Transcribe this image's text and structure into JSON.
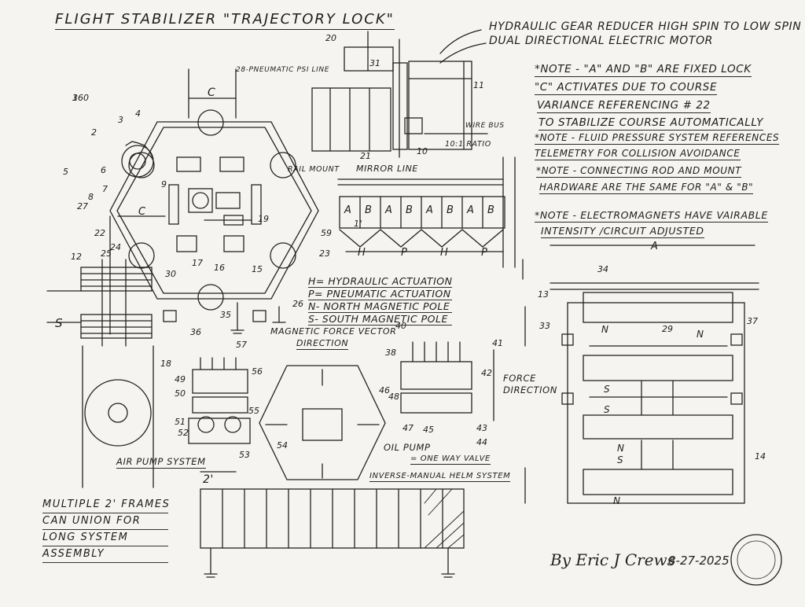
{
  "title": "FLIGHT STABILIZER \"TRAJECTORY LOCK\"",
  "top_labels": {
    "gear_reducer": "HYDRAULIC GEAR REDUCER HIGH SPIN TO LOW SPIN",
    "motor": "DUAL DIRECTIONAL ELECTRIC MOTOR",
    "pneumatic_line": "28-PNEUMATIC PSI LINE",
    "rail_mount": "RAIL MOUNT",
    "mirror_line": "MIRROR LINE",
    "wire_bus": "WIRE BUS",
    "ratio": "10:1 RATIO"
  },
  "notes": [
    "*NOTE - \"A\" AND \"B\" ARE FIXED LOCK",
    "\"C\" ACTIVATES DUE TO COURSE",
    "VARIANCE REFERENCING # 22",
    "TO STABILIZE COURSE AUTOMATICALLY",
    "*NOTE - FLUID PRESSURE SYSTEM REFERENCES",
    "TELEMETRY FOR COLLISION AVOIDANCE",
    "*NOTE - CONNECTING ROD AND MOUNT",
    "HARDWARE ARE THE SAME FOR \"A\" & \"B\""
  ],
  "electromagnet_note": [
    "*NOTE - ELECTROMAGNETS HAVE VAIRABLE",
    "INTENSITY /CIRCUIT ADJUSTED"
  ],
  "legend": [
    "H= HYDRAULIC ACTUATION",
    "P= PNEUMATIC ACTUATION",
    "N- NORTH MAGNETIC POLE",
    "S- SOUTH MAGNETIC POLE"
  ],
  "section_labels": {
    "magnetic_vector": "MAGNETIC FORCE VECTOR",
    "direction": "DIRECTION",
    "force_direction_1": "FORCE",
    "force_direction_2": "DIRECTION",
    "air_pump": "AIR PUMP SYSTEM",
    "oil_pump": "OIL PUMP",
    "one_way_valve": "= ONE WAY VALVE",
    "inverse_helm": "INVERSE-MANUAL HELM SYSTEM"
  },
  "bottom_left_note": [
    "MULTIPLE 2' FRAMES",
    "CAN UNION FOR",
    "LONG SYSTEM",
    "ASSEMBLY"
  ],
  "signature": "By Eric J Crews",
  "date": "8-27-2025",
  "cell_letters": [
    "A",
    "B",
    "A",
    "B",
    "A",
    "B",
    "A",
    "B"
  ],
  "hp_letters": [
    "H",
    "P",
    "H",
    "P"
  ],
  "dim_labels": {
    "c": "C",
    "a": "A",
    "one_prime": "1'",
    "two_prime": "2'",
    "n": "N",
    "s": "S"
  },
  "part_numbers": [
    "1",
    "2",
    "3",
    "4",
    "5",
    "6",
    "7",
    "8",
    "9",
    "10",
    "11",
    "12",
    "13",
    "14",
    "15",
    "16",
    "17",
    "18",
    "19",
    "20",
    "21",
    "22",
    "23",
    "24",
    "25",
    "26",
    "27",
    "29",
    "30",
    "31",
    "33",
    "34",
    "35",
    "36",
    "37",
    "38",
    "40",
    "41",
    "42",
    "43",
    "44",
    "45",
    "46",
    "47",
    "48",
    "49",
    "50",
    "51",
    "52",
    "53",
    "54",
    "55",
    "56",
    "57",
    "59",
    "360"
  ]
}
